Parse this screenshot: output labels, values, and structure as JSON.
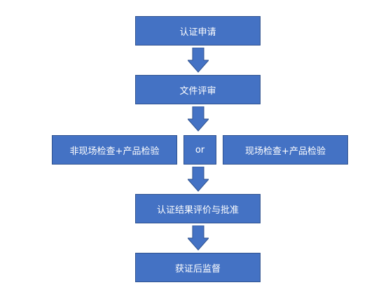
{
  "flowchart": {
    "steps": {
      "application": "认证申请",
      "document_review": "文件评审",
      "non_onsite_inspection": "非现场检查+产品检验",
      "or": "or",
      "onsite_inspection": "现场检查+产品检验",
      "evaluation_approval": "认证结果评价与批准",
      "post_supervision": "获证后监督"
    },
    "colors": {
      "box_fill": "#4472c4",
      "box_border": "#2f528f",
      "arrow_fill": "#4472c4",
      "text": "#ffffff"
    }
  }
}
